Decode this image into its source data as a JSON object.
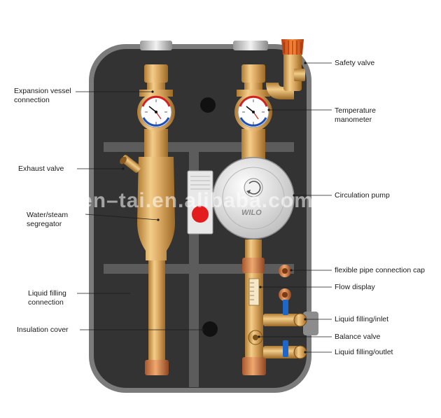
{
  "labels": {
    "expansion_vessel": "Expansion vessel\nconnection",
    "exhaust_valve": "Exhaust valve",
    "water_steam": "Water/steam\nsegregator",
    "liquid_filling_connection": "Liquid filling\nconnection",
    "insulation_cover": "Insulation cover",
    "safety_valve": "Safety valve",
    "temperature_manometer": "Temperature\nmanometer",
    "circulation_pump": "Circulation pump",
    "flexible_pipe_cap": "flexible pipe connection cap",
    "flow_display": "Flow display",
    "liquid_filling_inlet": "Liquid filling/inlet",
    "balance_valve": "Balance valve",
    "liquid_filling_outlet": "Liquid filling/outlet"
  },
  "watermark": "shen–tai.en.alibaba.com",
  "pump_brand": "WILO",
  "colors": {
    "cover": "#3b3b3b",
    "cover_outline": "#9a9a9a",
    "brass": "#d9a55a",
    "brass_dark": "#a8742e",
    "safety_cap": "#e35a1c",
    "pump_body": "#dcdcdc",
    "blue_handle": "#1f66c9",
    "red_button": "#e31d1d"
  }
}
